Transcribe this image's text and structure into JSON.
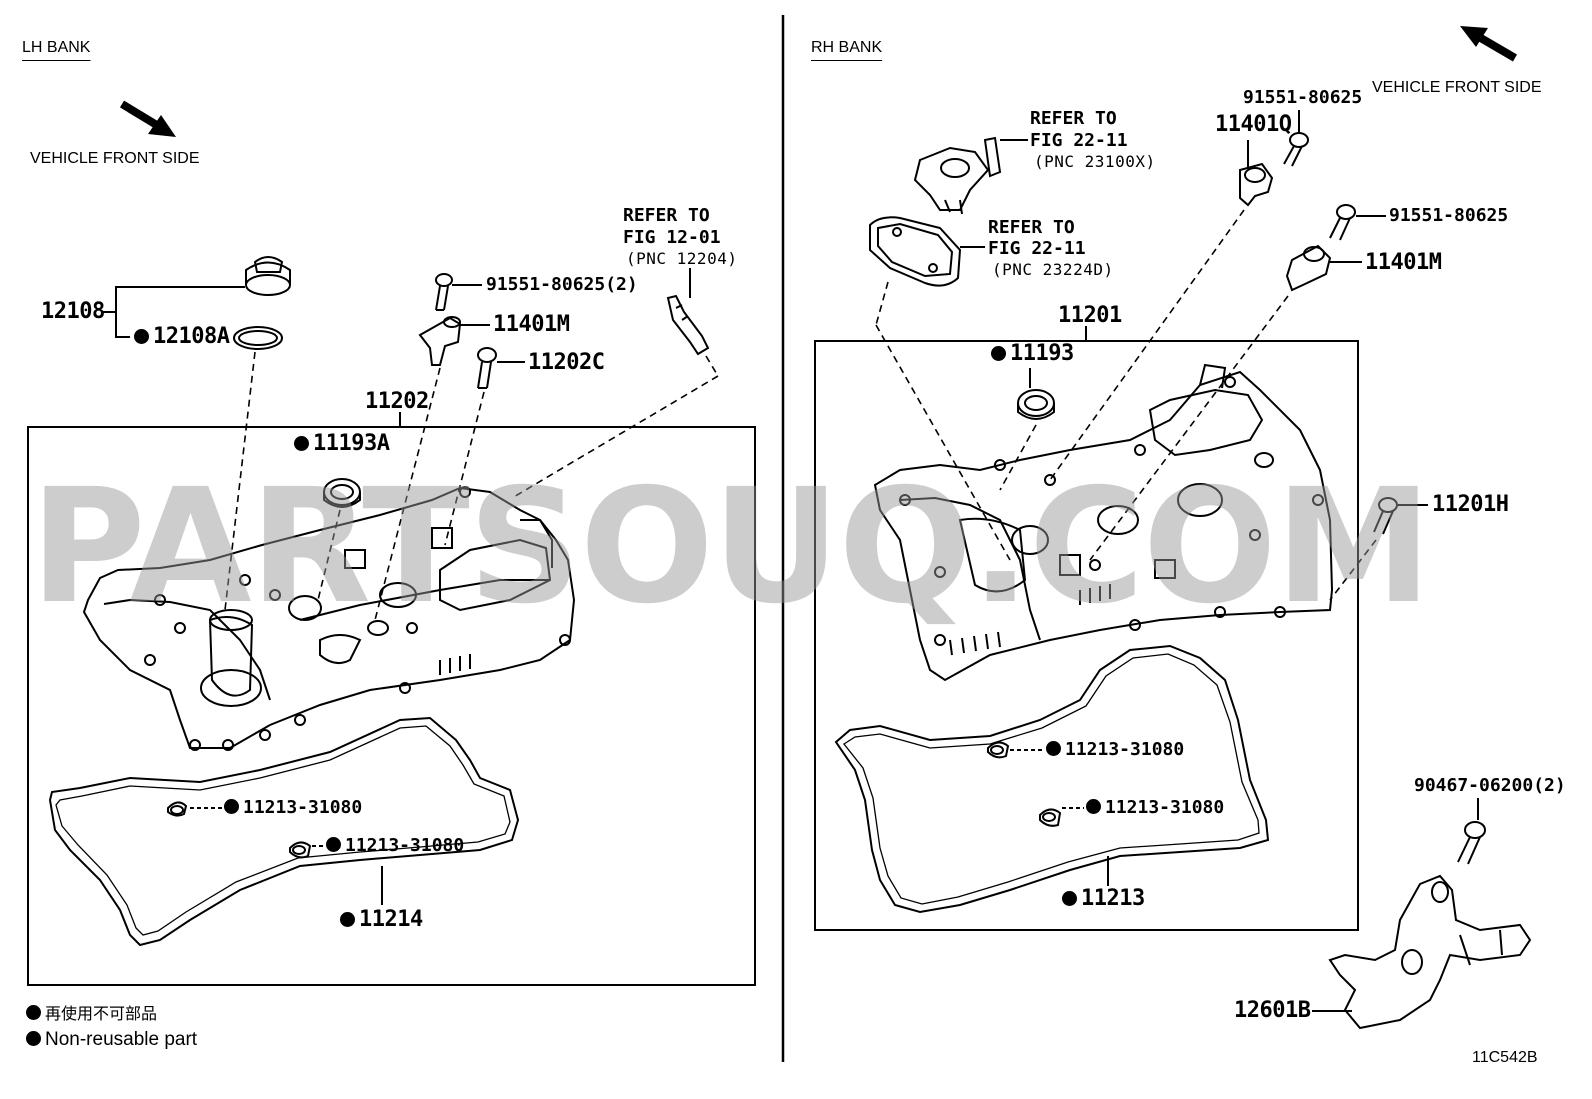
{
  "watermark": "PARTSOUQ.COM",
  "figure_code": "11C542B",
  "legend": {
    "japanese": "再使用不可部品",
    "english": "Non-reusable part"
  },
  "lh_bank": {
    "title": "LH BANK",
    "vehicle_front": "VEHICLE FRONT SIDE",
    "refer_note": [
      "REFER TO",
      "FIG 12-01",
      "(PNC 12204)"
    ],
    "parts": {
      "p12108": "12108",
      "p12108A": "12108A",
      "p91551": "91551-80625(2)",
      "p11401M": "11401M",
      "p11202C": "11202C",
      "p11202": "11202",
      "p11193A": "11193A",
      "p11213a": "11213-31080",
      "p11213b": "11213-31080",
      "p11214": "11214"
    }
  },
  "rh_bank": {
    "title": "RH BANK",
    "vehicle_front": "VEHICLE FRONT SIDE",
    "refer_note_1": [
      "REFER TO",
      "FIG 22-11",
      "(PNC 23100X)"
    ],
    "refer_note_2": [
      "REFER TO",
      "FIG 22-11",
      "(PNC 23224D)"
    ],
    "parts": {
      "p91551a": "91551-80625",
      "p11401Q": "11401Q",
      "p91551b": "91551-80625",
      "p11401M": "11401M",
      "p11201": "11201",
      "p11193": "11193",
      "p11201H": "11201H",
      "p11213a": "11213-31080",
      "p11213b": "11213-31080",
      "p11213": "11213",
      "p90467": "90467-06200(2)",
      "p12601B": "12601B"
    }
  }
}
